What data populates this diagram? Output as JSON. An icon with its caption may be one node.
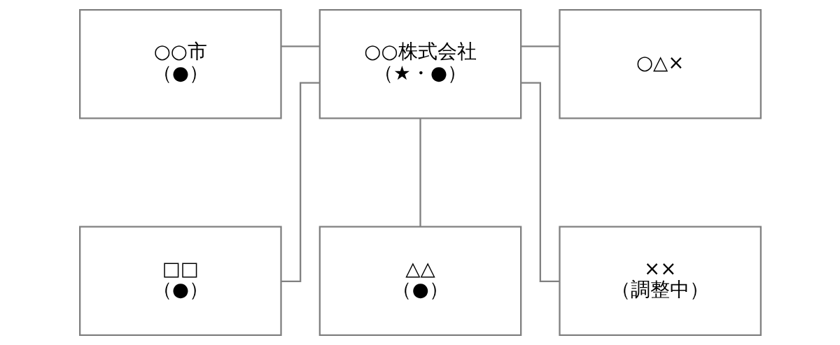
{
  "diagram": {
    "nodes": [
      {
        "text": [
          "○○市",
          "（●）"
        ]
      },
      {
        "text": [
          "○○株式会社",
          "（★・●）"
        ]
      },
      {
        "text": [
          "○△×"
        ]
      },
      {
        "text": [
          "□□",
          "（●）"
        ]
      },
      {
        "text": [
          "△△",
          "（●）"
        ]
      },
      {
        "text": [
          "××",
          "（調整中）"
        ]
      }
    ],
    "edges": [
      {
        "from": 0,
        "to": 1,
        "arrow": "none"
      },
      {
        "from": 1,
        "to": 2,
        "arrow": "none"
      },
      {
        "from": 1,
        "to": 3,
        "arrow": "none"
      },
      {
        "from": 1,
        "to": 4,
        "arrow": "none"
      },
      {
        "from": 1,
        "to": 5,
        "arrow": "none"
      }
    ]
  }
}
